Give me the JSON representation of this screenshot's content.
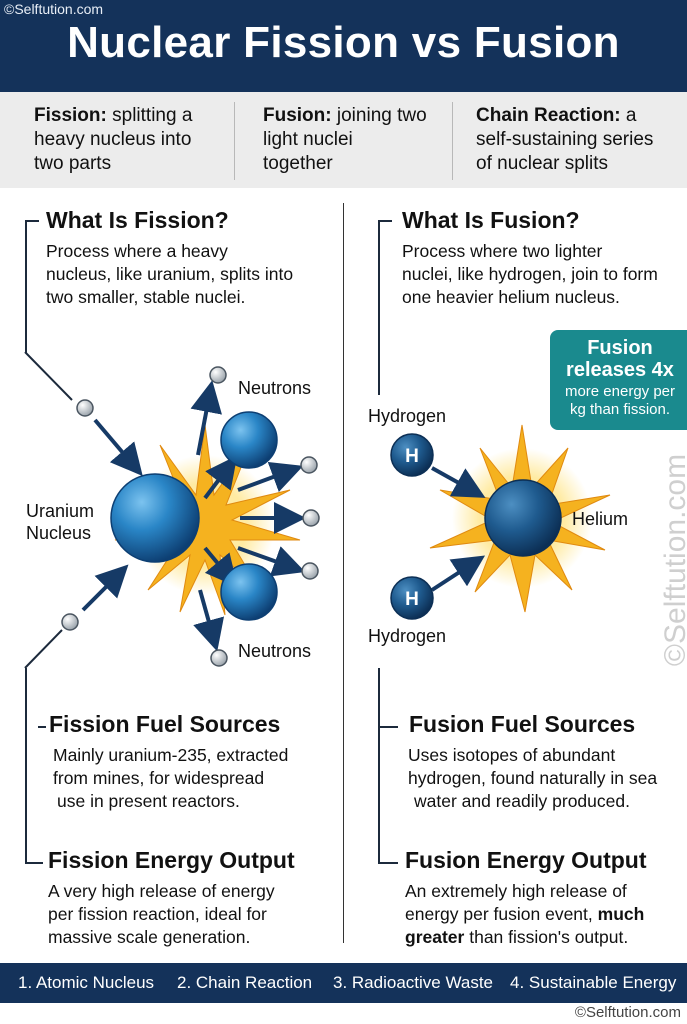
{
  "watermark": "©Selftution.com",
  "side_watermark": "©Selftution.com",
  "title": "Nuclear Fission vs Fusion",
  "definitions": [
    {
      "term": "Fission:",
      "text_l1": "splitting a",
      "text_l2": "heavy nucleus into",
      "text_l3": "two parts"
    },
    {
      "term": "Fusion:",
      "text_l1": "joining two",
      "text_l2": "light nuclei",
      "text_l3": "together"
    },
    {
      "term": "Chain Reaction:",
      "text_l1": "a",
      "text_l2": "self-sustaining series",
      "text_l3": "of nuclear splits"
    }
  ],
  "fission": {
    "heading": "What Is Fission?",
    "body": [
      "Process where a heavy",
      "nucleus, like uranium, splits into",
      "two smaller, stable nuclei."
    ],
    "labels": {
      "neutrons_top": "Neutrons",
      "uranium_l1": "Uranium",
      "uranium_l2": "Nucleus",
      "neutrons_bottom": "Neutrons"
    },
    "fuel_heading": "Fission Fuel Sources",
    "fuel_body": [
      "Mainly uranium-235, extracted",
      "from mines, for widespread",
      "use in present reactors."
    ],
    "energy_heading": "Fission Energy Output",
    "energy_body": [
      "A very high release of energy",
      "per fission reaction, ideal for",
      "massive scale generation."
    ]
  },
  "fusion": {
    "heading": "What Is Fusion?",
    "body": [
      "Process where two lighter",
      "nuclei, like hydrogen, join to form",
      "one heavier helium nucleus."
    ],
    "callout": {
      "line1": "Fusion",
      "line2": "releases 4x",
      "line3": "more energy per",
      "line4": "kg than fission."
    },
    "labels": {
      "hydrogen_top": "Hydrogen",
      "hydrogen_bottom": "Hydrogen",
      "helium": "Helium",
      "h_symbol": "H"
    },
    "fuel_heading": "Fusion Fuel Sources",
    "fuel_body": [
      "Uses isotopes of abundant",
      "hydrogen, found naturally in sea",
      "water and readily produced."
    ],
    "energy_heading": "Fusion Energy Output",
    "energy_body_l1": "An extremely high release of",
    "energy_body_l2": "energy per fusion event,",
    "energy_body_bold1": "much",
    "energy_body_bold2": "greater",
    "energy_body_l3_rest": "than fission's output."
  },
  "footer": [
    "1. Atomic Nucleus",
    "2. Chain Reaction",
    "3. Radioactive Waste",
    "4. Sustainable Energy"
  ],
  "colors": {
    "header_bg": "#14325a",
    "accent_teal": "#1a8a8e",
    "nucleus_blue": "#1f6fb0",
    "burst_yellow": "#f5b21f"
  }
}
